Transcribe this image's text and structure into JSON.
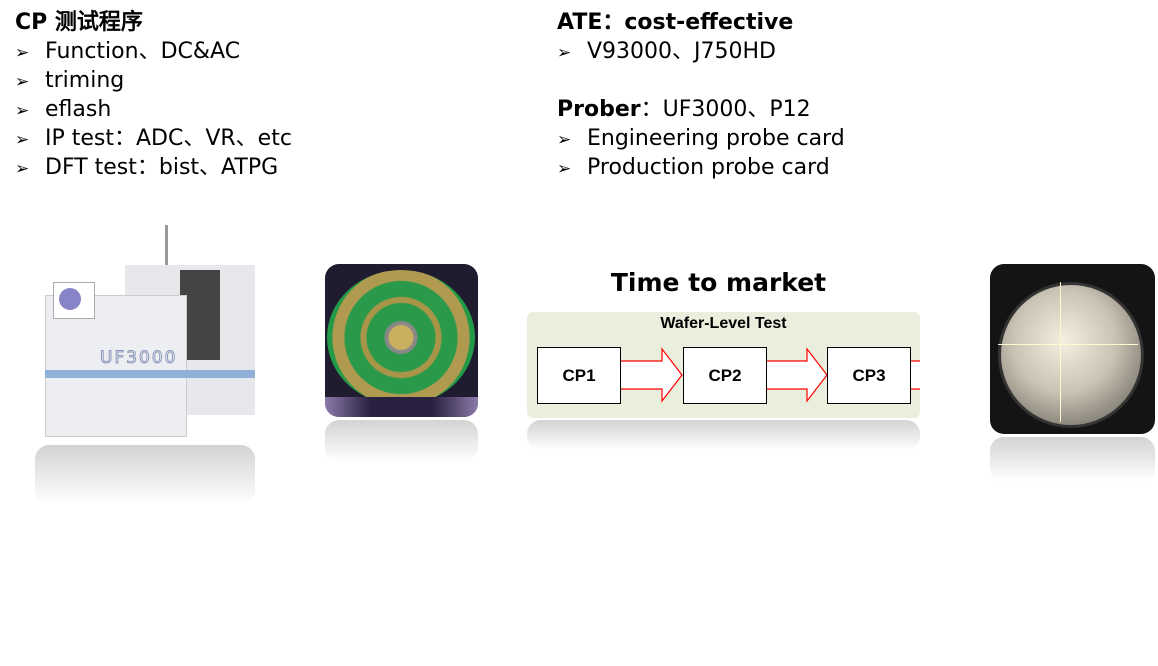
{
  "left": {
    "title": "CP 测试程序",
    "bullets": [
      "Function、DC&AC",
      "triming",
      "eflash",
      "IP test：ADC、VR、etc",
      "DFT test：bist、ATPG"
    ]
  },
  "right": {
    "ate_title": "ATE：cost-effective",
    "ate_bullets": [
      "V93000、J750HD"
    ],
    "prober_label": "Prober",
    "prober_value": "：UF3000、P12",
    "prober_bullets": [
      "Engineering probe card",
      "Production probe card"
    ]
  },
  "bullet_glyph": "➢",
  "diagram": {
    "title": "Time to market",
    "panel_title": "Wafer-Level Test",
    "steps": [
      "CP1",
      "CP2",
      "CP3"
    ],
    "arrow_color": "#ff0000",
    "panel_color": "#eaeedd"
  },
  "prober_image": {
    "label": "UF3000"
  }
}
